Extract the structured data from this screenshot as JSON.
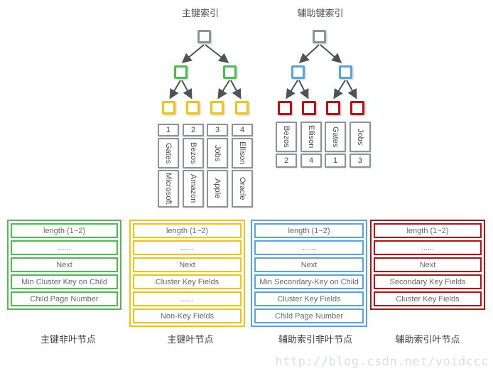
{
  "headers": {
    "primary_index": "主键索引",
    "secondary_index": "辅助键索引"
  },
  "records": {
    "primary": [
      [
        "1",
        "Gates",
        "Microsoft"
      ],
      [
        "2",
        "Bezos",
        "Amazon"
      ],
      [
        "3",
        "Jobs",
        "Apple"
      ],
      [
        "4",
        "Ellison",
        "Oracle"
      ]
    ],
    "secondary": [
      [
        "Bezos",
        "2"
      ],
      [
        "Ellison",
        "4"
      ],
      [
        "Gates",
        "1"
      ],
      [
        "Jobs",
        "3"
      ]
    ]
  },
  "tables": {
    "primary_nonleaf": {
      "label": "主键非叶节点",
      "border_color": "#4abf4b",
      "rows": [
        "length (1~2)",
        "......",
        "Next",
        "Min Cluster Key on Child",
        "Child Page Number"
      ]
    },
    "primary_leaf": {
      "label": "主键叶节点",
      "border_color": "#f2c40f",
      "rows": [
        "length (1~2)",
        "......",
        "Next",
        "Cluster Key Fields",
        "......",
        "Non-Key Fields"
      ]
    },
    "secondary_nonleaf": {
      "label": "辅助索引非叶节点",
      "border_color": "#54a5e7",
      "rows": [
        "length (1~2)",
        "......",
        "Next",
        "Min Secondary-Key on Child",
        "Cluster Key Fields",
        "Child Page Number"
      ]
    },
    "secondary_leaf": {
      "label": "辅助索引叶节点",
      "border_color": "#c60b0e",
      "rows": [
        "length (1~2)",
        "......",
        "Next",
        "Secondary Key Fields",
        "Cluster Key Fields"
      ]
    }
  },
  "colors": {
    "node_gray": "#8f9396",
    "node_green": "#4abf4b",
    "node_yellow": "#f2c40f",
    "node_blue": "#54a5e7",
    "node_red": "#c60b0e",
    "arrow": "#4d5359"
  },
  "watermark": "http://blog.csdn.net/voidccc"
}
